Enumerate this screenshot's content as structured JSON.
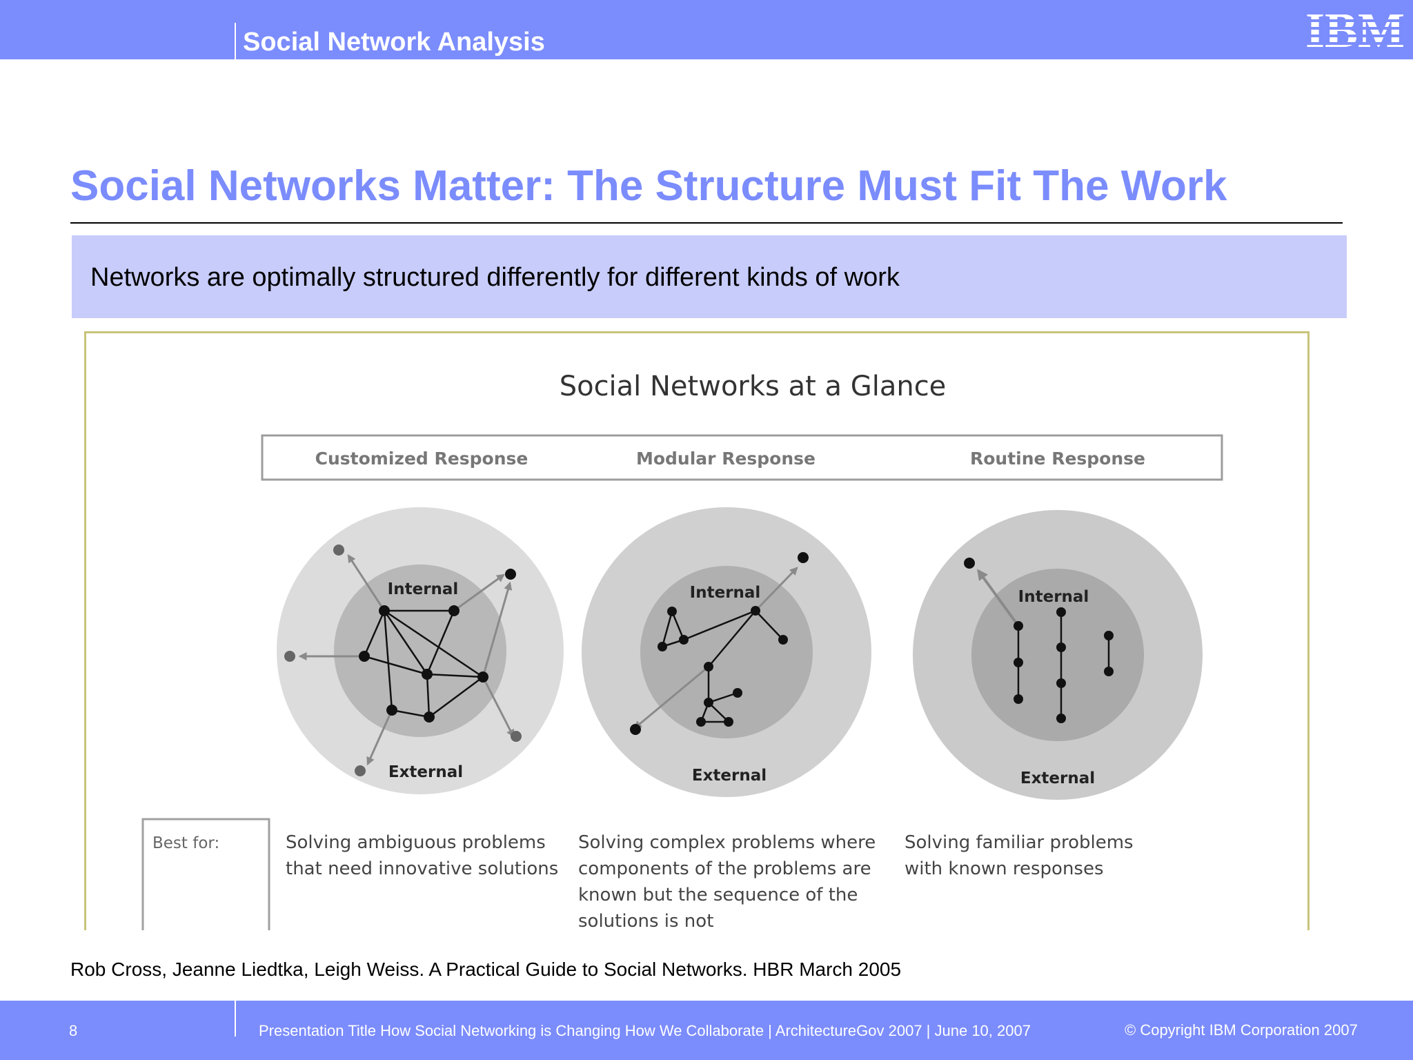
{
  "header": {
    "section_title": "Social Network Analysis",
    "logo_text": "IBM",
    "brand_color": "#7b8cfc"
  },
  "slide": {
    "title": "Social Networks Matter: The Structure Must Fit The Work",
    "subtitle": "Networks are optimally structured differently for different kinds of work"
  },
  "figure": {
    "title": "Social Networks at a Glance",
    "best_for_label": "Best for:",
    "columns": [
      {
        "name": "Customized Response",
        "internal_label": "Internal",
        "external_label": "External",
        "best_for_lines": [
          "Solving ambiguous problems",
          "that need innovative solutions"
        ]
      },
      {
        "name": "Modular Response",
        "internal_label": "Internal",
        "external_label": "External",
        "best_for_lines": [
          "Solving complex problems where",
          "components of the problems are",
          "known but the sequence of the",
          "solutions is not"
        ]
      },
      {
        "name": "Routine Response",
        "internal_label": "Internal",
        "external_label": "External",
        "best_for_lines": [
          "Solving familiar problems",
          "with known responses"
        ]
      }
    ]
  },
  "citation": "Rob Cross, Jeanne Liedtka, Leigh Weiss. A Practical Guide to Social Networks.  HBR March 2005",
  "footer": {
    "page_number": "8",
    "presentation": "Presentation Title  How Social Networking is Changing How We Collaborate | ArchitectureGov 2007 | June 10, 2007",
    "copyright": "© Copyright IBM Corporation 2007"
  }
}
